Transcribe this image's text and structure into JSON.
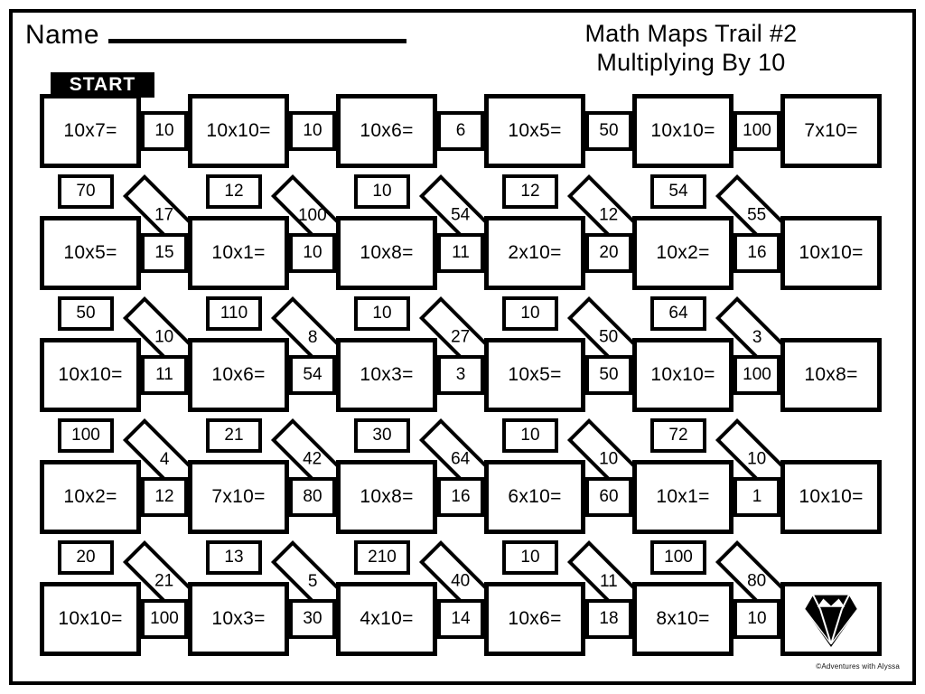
{
  "header": {
    "name_label": "Name",
    "title_line1": "Math Maps Trail #2",
    "title_line2": "Multiplying By 10"
  },
  "start_badge": "START",
  "finish_icon": "diamond-gem-icon",
  "credit": "©Adventures with Alyssa",
  "rows": [
    {
      "cells": [
        "10x7=",
        "10x10=",
        "10x6=",
        "10x5=",
        "10x10=",
        "7x10="
      ],
      "links": [
        "10",
        "10",
        "6",
        "50",
        "100"
      ]
    },
    {
      "cells": [
        "10x5=",
        "10x1=",
        "10x8=",
        "2x10=",
        "10x2=",
        "10x10="
      ],
      "links": [
        "15",
        "10",
        "11",
        "20",
        "16"
      ]
    },
    {
      "cells": [
        "10x10=",
        "10x6=",
        "10x3=",
        "10x5=",
        "10x10=",
        "10x8="
      ],
      "links": [
        "11",
        "54",
        "3",
        "50",
        "100"
      ]
    },
    {
      "cells": [
        "10x2=",
        "7x10=",
        "10x8=",
        "6x10=",
        "10x1=",
        "10x10="
      ],
      "links": [
        "12",
        "80",
        "16",
        "60",
        "1"
      ]
    },
    {
      "cells": [
        "10x10=",
        "10x3=",
        "4x10=",
        "10x6=",
        "8x10=",
        ""
      ],
      "links": [
        "100",
        "30",
        "14",
        "18",
        "10"
      ]
    }
  ],
  "connectors": [
    {
      "vertical": [
        "70",
        "12",
        "10",
        "12",
        "54"
      ],
      "diagonal": [
        "17",
        "100",
        "54",
        "12",
        "55"
      ]
    },
    {
      "vertical": [
        "50",
        "110",
        "10",
        "10",
        "64"
      ],
      "diagonal": [
        "10",
        "8",
        "27",
        "50",
        "3"
      ]
    },
    {
      "vertical": [
        "100",
        "21",
        "30",
        "10",
        "72"
      ],
      "diagonal": [
        "4",
        "42",
        "64",
        "10",
        "10"
      ]
    },
    {
      "vertical": [
        "20",
        "13",
        "210",
        "10",
        "100"
      ],
      "diagonal": [
        "21",
        "5",
        "40",
        "11",
        "80"
      ]
    }
  ]
}
